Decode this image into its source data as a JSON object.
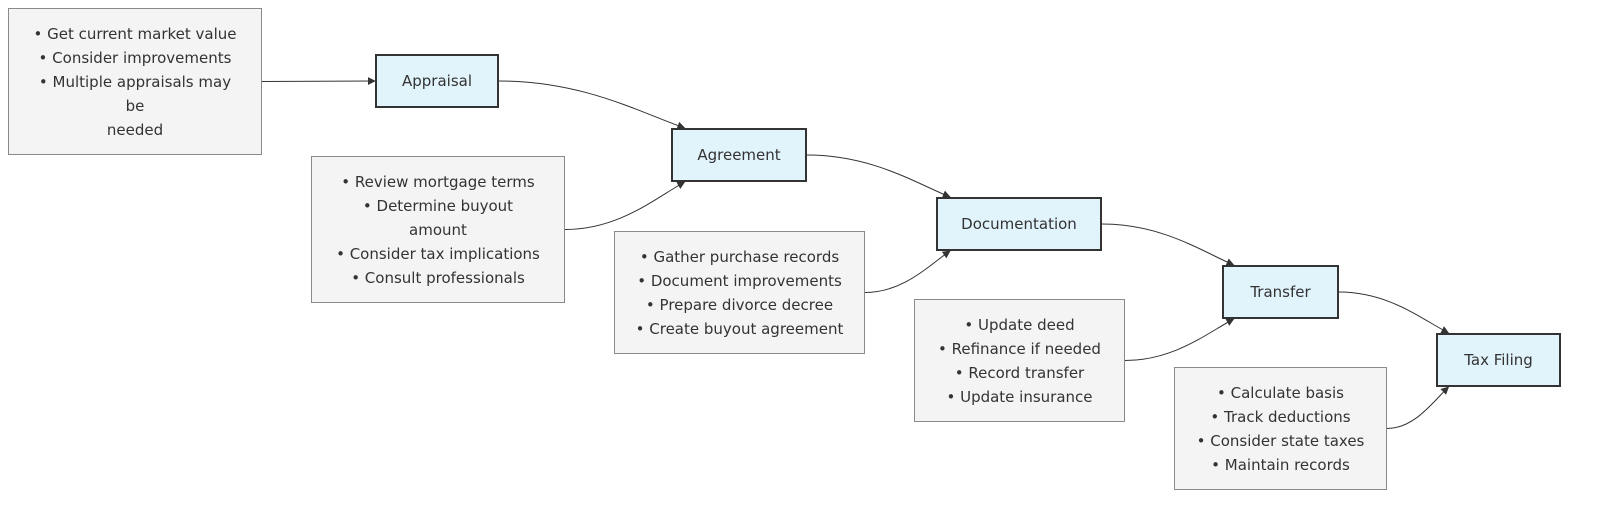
{
  "colors": {
    "step_fill": "#e1f3fb",
    "step_border": "#333333",
    "note_fill": "#f4f4f4",
    "note_border": "#8a8a8a",
    "edge": "#333333"
  },
  "steps": [
    {
      "id": "appraisal",
      "label": "Appraisal"
    },
    {
      "id": "agreement",
      "label": "Agreement"
    },
    {
      "id": "documentation",
      "label": "Documentation"
    },
    {
      "id": "transfer",
      "label": "Transfer"
    },
    {
      "id": "tax-filing",
      "label": "Tax Filing"
    }
  ],
  "notes": [
    {
      "id": "appraisal-notes",
      "lines": [
        "• Get current market value",
        "• Consider improvements",
        "• Multiple appraisals may",
        "be",
        "needed"
      ]
    },
    {
      "id": "agreement-notes",
      "lines": [
        "• Review mortgage terms",
        "• Determine buyout",
        "amount",
        "• Consider tax implications",
        "• Consult professionals"
      ]
    },
    {
      "id": "documentation-notes",
      "lines": [
        "• Gather purchase records",
        "• Document improvements",
        "• Prepare divorce decree",
        "• Create buyout agreement"
      ]
    },
    {
      "id": "transfer-notes",
      "lines": [
        "• Update deed",
        "• Refinance if needed",
        "• Record transfer",
        "• Update insurance"
      ]
    },
    {
      "id": "tax-notes",
      "lines": [
        "• Calculate basis",
        "• Track deductions",
        "• Consider state taxes",
        "• Maintain records"
      ]
    }
  ],
  "edges": [
    {
      "from": "appraisal-notes",
      "to": "appraisal"
    },
    {
      "from": "appraisal",
      "to": "agreement"
    },
    {
      "from": "agreement-notes",
      "to": "agreement"
    },
    {
      "from": "agreement",
      "to": "documentation"
    },
    {
      "from": "documentation-notes",
      "to": "documentation"
    },
    {
      "from": "documentation",
      "to": "transfer"
    },
    {
      "from": "transfer-notes",
      "to": "transfer"
    },
    {
      "from": "transfer",
      "to": "tax-filing"
    },
    {
      "from": "tax-notes",
      "to": "tax-filing"
    }
  ]
}
